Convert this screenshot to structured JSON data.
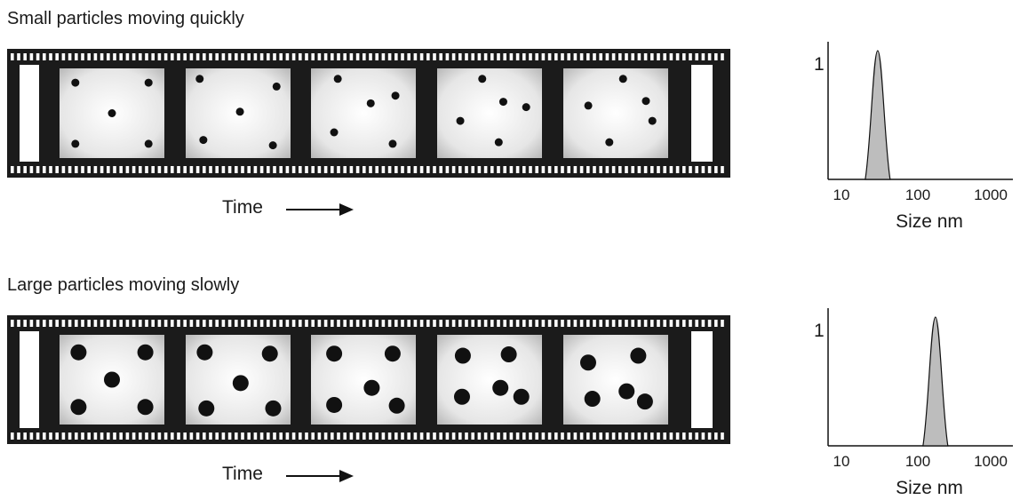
{
  "rows": [
    {
      "title": "Small particles moving quickly",
      "time_label": "Time",
      "particle_size": "small",
      "frames": [
        [
          [
            0.1,
            0.1
          ],
          [
            0.9,
            0.1
          ],
          [
            0.5,
            0.5
          ],
          [
            0.1,
            0.9
          ],
          [
            0.9,
            0.9
          ]
        ],
        [
          [
            0.08,
            0.05
          ],
          [
            0.92,
            0.15
          ],
          [
            0.52,
            0.48
          ],
          [
            0.12,
            0.85
          ],
          [
            0.88,
            0.92
          ]
        ],
        [
          [
            0.22,
            0.05
          ],
          [
            0.85,
            0.27
          ],
          [
            0.58,
            0.37
          ],
          [
            0.18,
            0.75
          ],
          [
            0.82,
            0.9
          ]
        ],
        [
          [
            0.42,
            0.05
          ],
          [
            0.65,
            0.35
          ],
          [
            0.9,
            0.42
          ],
          [
            0.18,
            0.6
          ],
          [
            0.6,
            0.88
          ]
        ],
        [
          [
            0.58,
            0.05
          ],
          [
            0.2,
            0.4
          ],
          [
            0.83,
            0.34
          ],
          [
            0.9,
            0.6
          ],
          [
            0.43,
            0.88
          ]
        ]
      ],
      "distribution": {
        "ylabel": "1",
        "xlabel": "Size nm",
        "ticks": [
          "10",
          "100",
          "1000"
        ],
        "peak_size_nm": 30,
        "peak_height": 1
      }
    },
    {
      "title": "Large particles moving slowly",
      "time_label": "Time",
      "particle_size": "large",
      "frames": [
        [
          [
            0.1,
            0.1
          ],
          [
            0.9,
            0.1
          ],
          [
            0.5,
            0.5
          ],
          [
            0.1,
            0.9
          ],
          [
            0.9,
            0.9
          ]
        ],
        [
          [
            0.1,
            0.1
          ],
          [
            0.88,
            0.12
          ],
          [
            0.53,
            0.55
          ],
          [
            0.12,
            0.92
          ],
          [
            0.92,
            0.92
          ]
        ],
        [
          [
            0.15,
            0.12
          ],
          [
            0.85,
            0.12
          ],
          [
            0.6,
            0.62
          ],
          [
            0.15,
            0.87
          ],
          [
            0.9,
            0.88
          ]
        ],
        [
          [
            0.18,
            0.15
          ],
          [
            0.73,
            0.13
          ],
          [
            0.63,
            0.62
          ],
          [
            0.17,
            0.75
          ],
          [
            0.88,
            0.75
          ]
        ],
        [
          [
            0.17,
            0.25
          ],
          [
            0.77,
            0.15
          ],
          [
            0.63,
            0.67
          ],
          [
            0.22,
            0.78
          ],
          [
            0.85,
            0.82
          ]
        ]
      ],
      "distribution": {
        "ylabel": "1",
        "xlabel": "Size nm",
        "ticks": [
          "10",
          "100",
          "1000"
        ],
        "peak_size_nm": 180,
        "peak_height": 1
      }
    }
  ]
}
